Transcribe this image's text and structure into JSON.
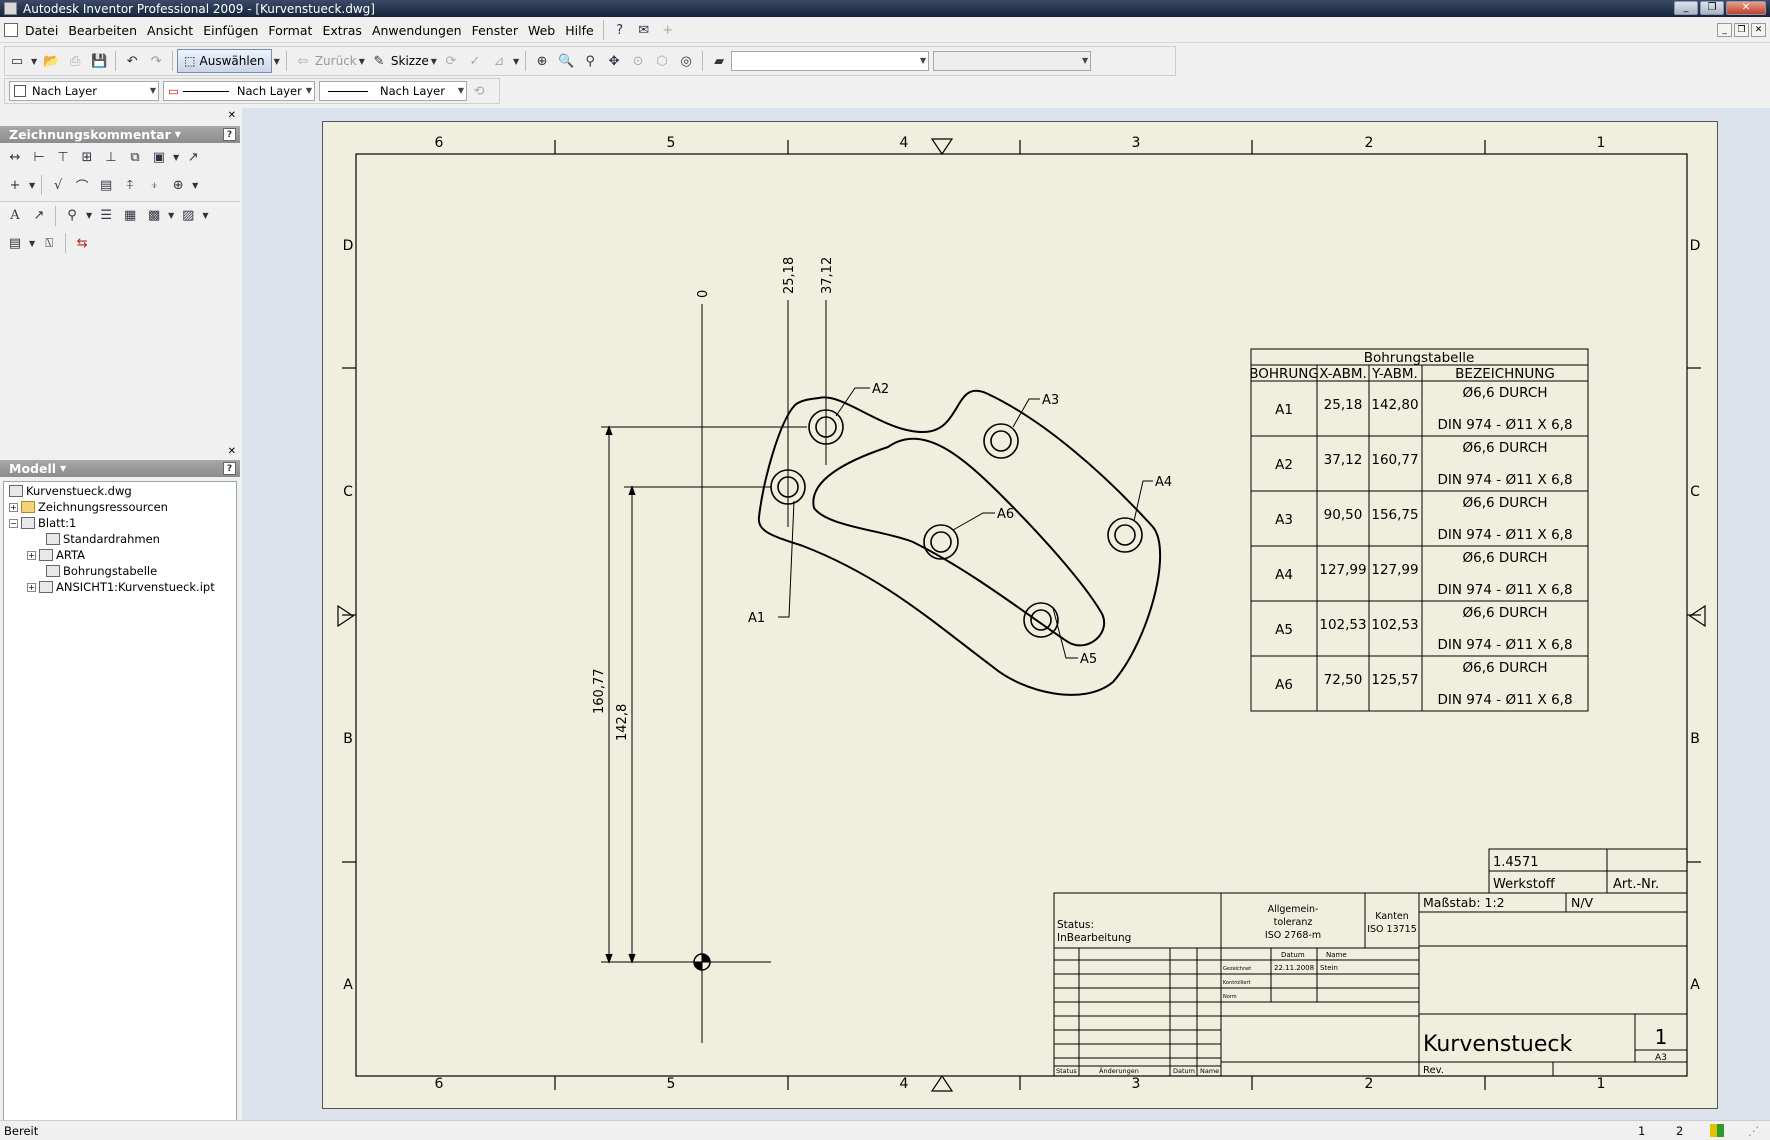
{
  "window": {
    "title": "Autodesk Inventor Professional 2009 - [Kurvenstueck.dwg]"
  },
  "menu": [
    "Datei",
    "Bearbeiten",
    "Ansicht",
    "Einfügen",
    "Format",
    "Extras",
    "Anwendungen",
    "Fenster",
    "Web",
    "Hilfe"
  ],
  "toolbar": {
    "select_label": "Auswählen",
    "back_label": "Zurück",
    "sketch_label": "Skizze"
  },
  "layer_bar": {
    "layer_1": "Nach Layer",
    "layer_2": "Nach Layer",
    "layer_3": "Nach Layer"
  },
  "panels": {
    "annotation_title": "Zeichnungskommentar",
    "model_title": "Modell"
  },
  "tree": [
    "Kurvenstueck.dwg",
    "Zeichnungsressourcen",
    "Blatt:1",
    "Standardrahmen",
    "ARTA",
    "Bohrungstabelle",
    "ANSICHT1:Kurvenstueck.ipt"
  ],
  "drawing": {
    "zone_cols": [
      "6",
      "5",
      "4",
      "3",
      "2",
      "1"
    ],
    "zone_rows": [
      "D",
      "C",
      "B",
      "A"
    ],
    "origin_label": "0",
    "x_dims": [
      "25,18",
      "37,12"
    ],
    "y_dims": [
      "160,77",
      "142,8"
    ],
    "hole_tags": [
      "A1",
      "A2",
      "A3",
      "A4",
      "A5",
      "A6"
    ]
  },
  "hole_table": {
    "title": "Bohrungstabelle",
    "headers": [
      "BOHRUNG",
      "X-ABM.",
      "Y-ABM.",
      "BEZEICHNUNG"
    ],
    "rows": [
      {
        "id": "A1",
        "x": "25,18",
        "y": "142,80",
        "d1": "Ø6,6 DURCH",
        "d2": "DIN 974 - Ø11 X 6,8"
      },
      {
        "id": "A2",
        "x": "37,12",
        "y": "160,77",
        "d1": "Ø6,6 DURCH",
        "d2": "DIN 974 - Ø11 X 6,8"
      },
      {
        "id": "A3",
        "x": "90,50",
        "y": "156,75",
        "d1": "Ø6,6 DURCH",
        "d2": "DIN 974 - Ø11 X 6,8"
      },
      {
        "id": "A4",
        "x": "127,99",
        "y": "127,99",
        "d1": "Ø6,6 DURCH",
        "d2": "DIN 974 - Ø11 X 6,8"
      },
      {
        "id": "A5",
        "x": "102,53",
        "y": "102,53",
        "d1": "Ø6,6 DURCH",
        "d2": "DIN 974 - Ø11 X 6,8"
      },
      {
        "id": "A6",
        "x": "72,50",
        "y": "125,57",
        "d1": "Ø6,6 DURCH",
        "d2": "DIN 974 - Ø11 X 6,8"
      }
    ]
  },
  "title_block": {
    "material": "1.4571",
    "werkstoff_label": "Werkstoff",
    "artnr_label": "Art.-Nr.",
    "scale": "Maßstab: 1:2",
    "nv": "N/V",
    "status_label": "Status:",
    "status_value": "InBearbeitung",
    "tol_1": "Allgemein-",
    "tol_2": "toleranz",
    "tol_3": "ISO 2768-m",
    "edges_1": "Kanten",
    "edges_2": "ISO 13715",
    "datum_label": "Datum",
    "name_label": "Name",
    "gezeichnet_label": "Gezeichnet",
    "kontrolliert_label": "Kontrolliert",
    "norm_label": "Norm",
    "date": "22.11.2008",
    "author": "Stein",
    "part_name": "Kurvenstueck",
    "sheet_no": "1",
    "format": "A3",
    "rev_label": "Rev.",
    "footer_status": "Status",
    "footer_changes": "Änderungen",
    "footer_date": "Datum",
    "footer_name": "Name"
  },
  "statusbar": {
    "text": "Bereit",
    "num1": "1",
    "num2": "2"
  }
}
